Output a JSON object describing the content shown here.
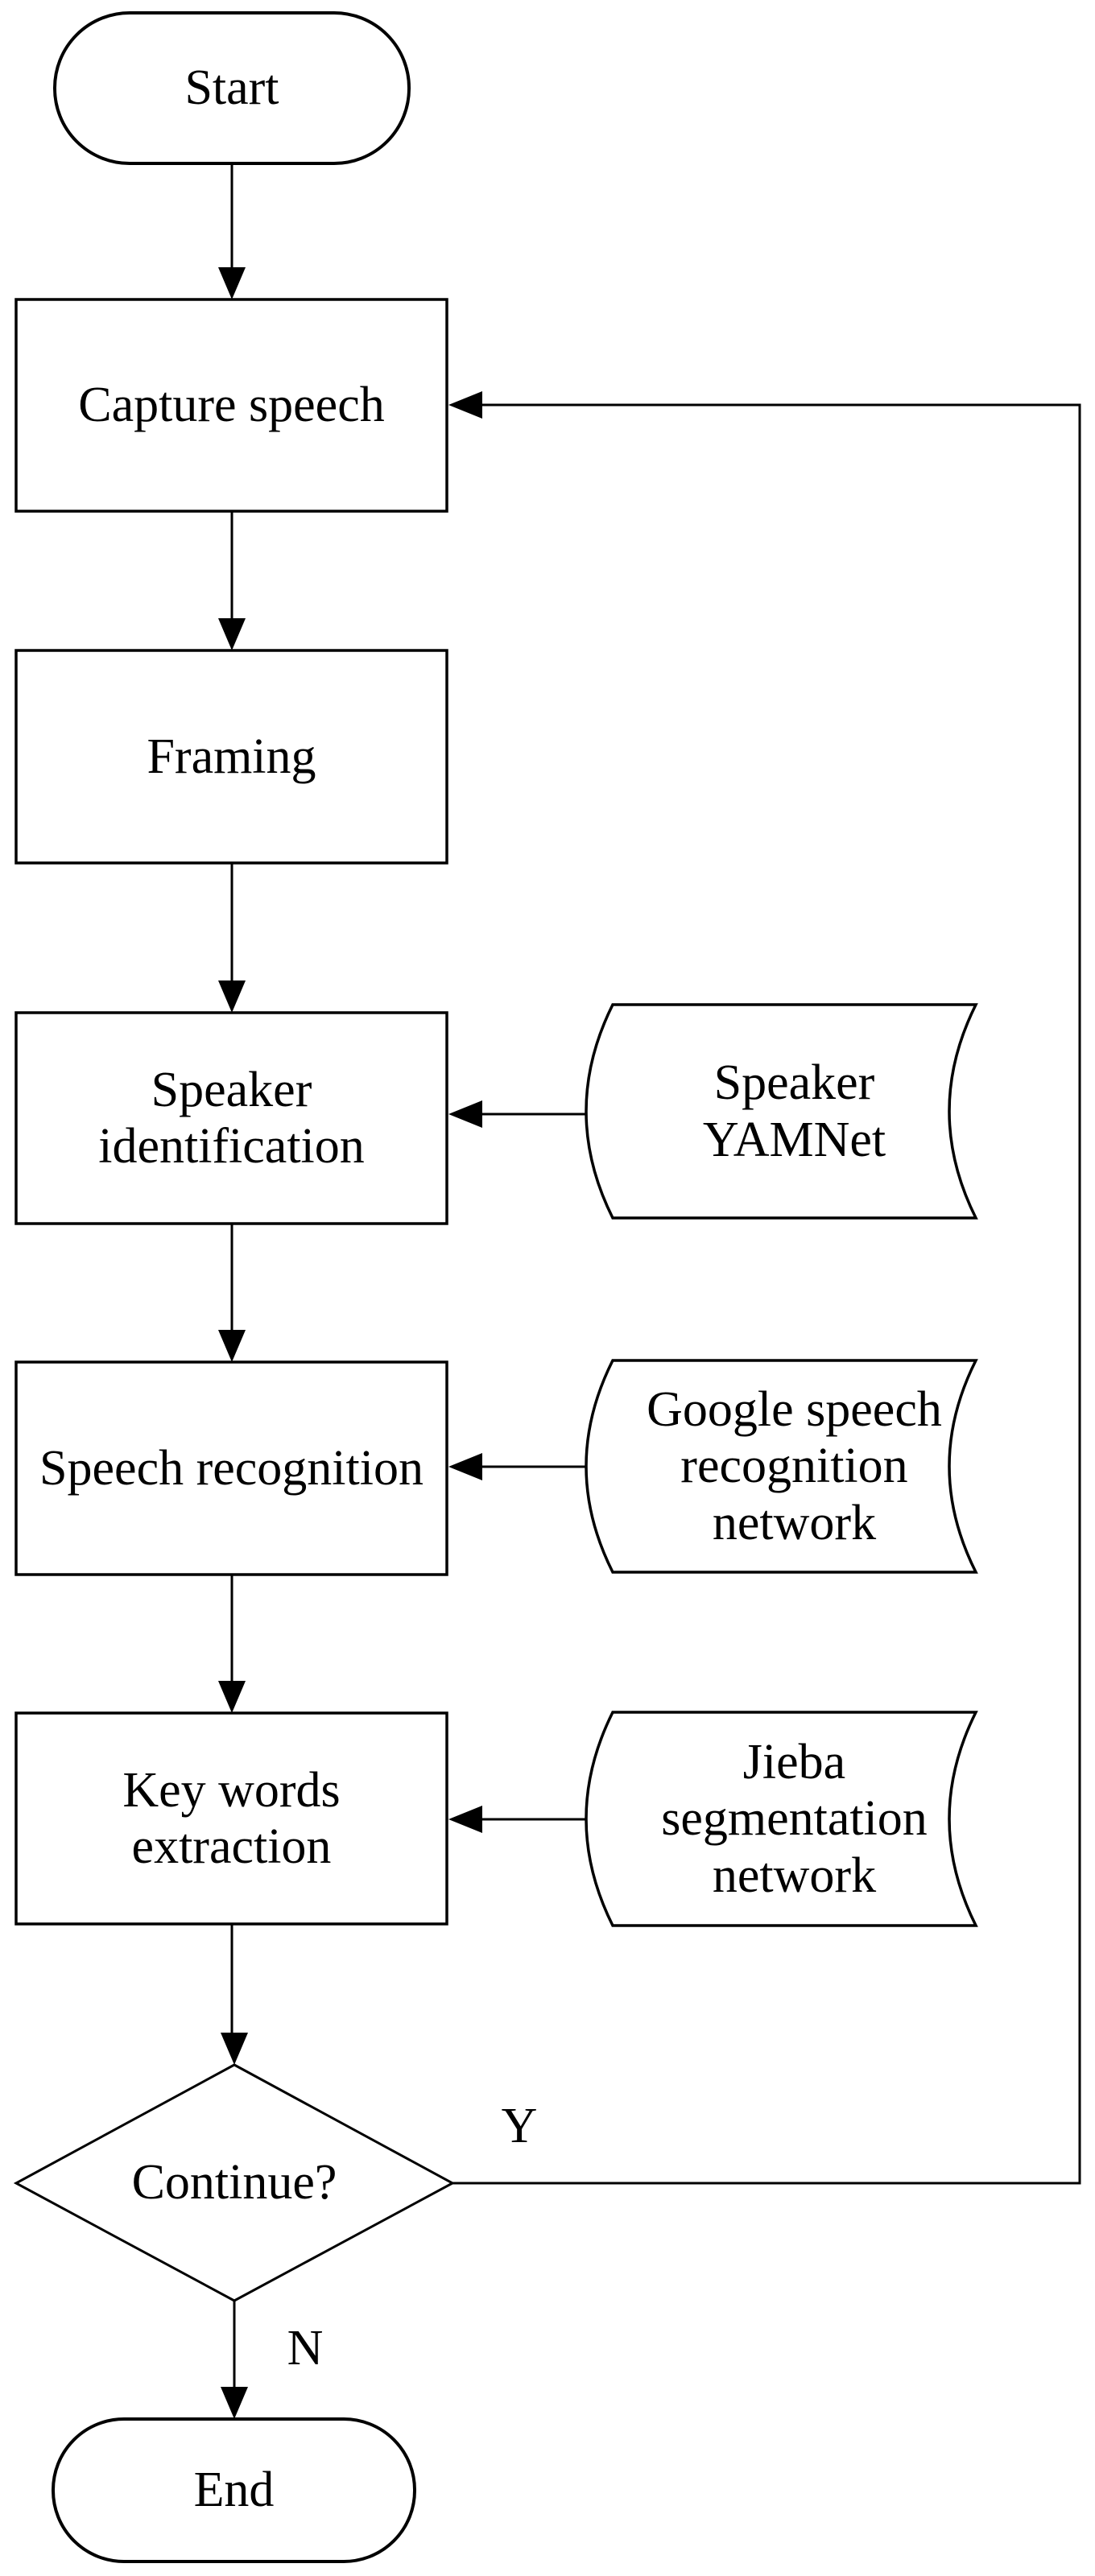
{
  "diagram": {
    "type": "flowchart",
    "colors": {
      "stroke": "#000000",
      "shape_fill": "#ffffff",
      "background": "#ffffff",
      "text": "#000000"
    },
    "nodes": {
      "start": {
        "type": "terminator",
        "label": "Start"
      },
      "capture_speech": {
        "type": "process",
        "label": "Capture speech"
      },
      "framing": {
        "type": "process",
        "label": "Framing"
      },
      "speaker_identification": {
        "type": "process",
        "label": "Speaker\nidentification"
      },
      "speech_recognition": {
        "type": "process",
        "label": "Speech recognition"
      },
      "key_words_extraction": {
        "type": "process",
        "label": "Key words\nextraction"
      },
      "continue_decision": {
        "type": "decision",
        "label": "Continue?"
      },
      "end": {
        "type": "terminator",
        "label": "End"
      },
      "speaker_yamnet": {
        "type": "stored-data",
        "label": "Speaker\nYAMNet"
      },
      "google_speech_network": {
        "type": "stored-data",
        "label": "Google speech\nrecognition\nnetwork"
      },
      "jieba_network": {
        "type": "stored-data",
        "label": "Jieba\nsegmentation\nnetwork"
      }
    },
    "edges": [
      {
        "from": "start",
        "to": "capture_speech",
        "label": ""
      },
      {
        "from": "capture_speech",
        "to": "framing",
        "label": ""
      },
      {
        "from": "framing",
        "to": "speaker_identification",
        "label": ""
      },
      {
        "from": "speaker_identification",
        "to": "speech_recognition",
        "label": ""
      },
      {
        "from": "speech_recognition",
        "to": "key_words_extraction",
        "label": ""
      },
      {
        "from": "key_words_extraction",
        "to": "continue_decision",
        "label": ""
      },
      {
        "from": "continue_decision",
        "to": "end",
        "label": "N"
      },
      {
        "from": "continue_decision",
        "to": "capture_speech",
        "label": "Y"
      },
      {
        "from": "speaker_yamnet",
        "to": "speaker_identification",
        "label": ""
      },
      {
        "from": "google_speech_network",
        "to": "speech_recognition",
        "label": ""
      },
      {
        "from": "jieba_network",
        "to": "key_words_extraction",
        "label": ""
      }
    ]
  }
}
